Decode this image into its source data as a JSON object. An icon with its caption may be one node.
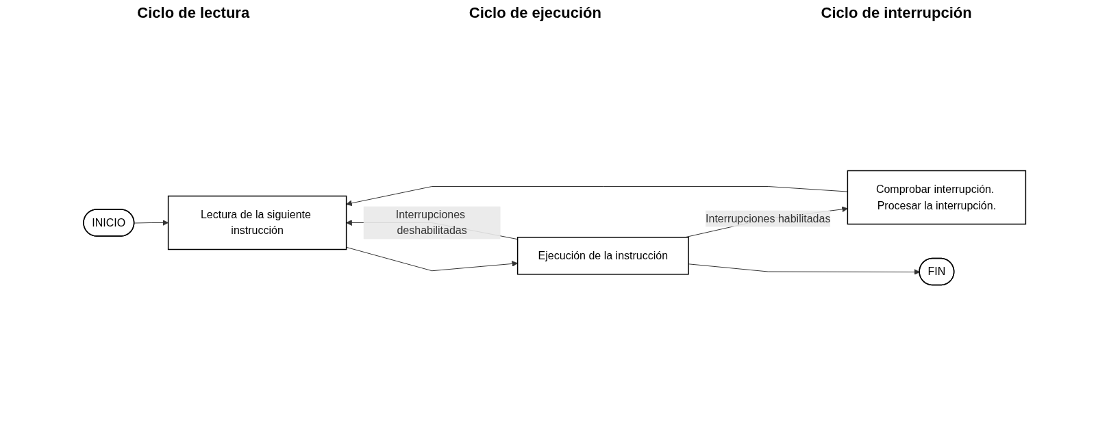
{
  "diagram": {
    "nodes": [
      {
        "text": [
          "INICIO"
        ]
      },
      {
        "text": [
          "Lectura de la siguiente instrucción"
        ]
      },
      {
        "text": [
          "Ejecución de la instrucción"
        ]
      },
      {
        "text": [
          "Comprobar interrupción. Procesar la interrupción."
        ]
      },
      {
        "text": [
          "FIN"
        ]
      }
    ],
    "edges": [
      {
        "from": 0,
        "to": 1,
        "arrow": "to"
      },
      {
        "from": 1,
        "to": 2,
        "arrow": "to"
      },
      {
        "from": 2,
        "to": 3,
        "label": "Interrupciones habilitadas",
        "arrow": "to"
      },
      {
        "from": 2,
        "to": 1,
        "label": "Interrupciones deshabilitadas",
        "arrow": "to"
      },
      {
        "from": 3,
        "to": 1,
        "arrow": "to"
      },
      {
        "from": 2,
        "to": 4,
        "arrow": "to"
      }
    ],
    "labels": [
      "Ciclo de lectura",
      "Ciclo de ejecución",
      "Ciclo de interrupción"
    ]
  }
}
